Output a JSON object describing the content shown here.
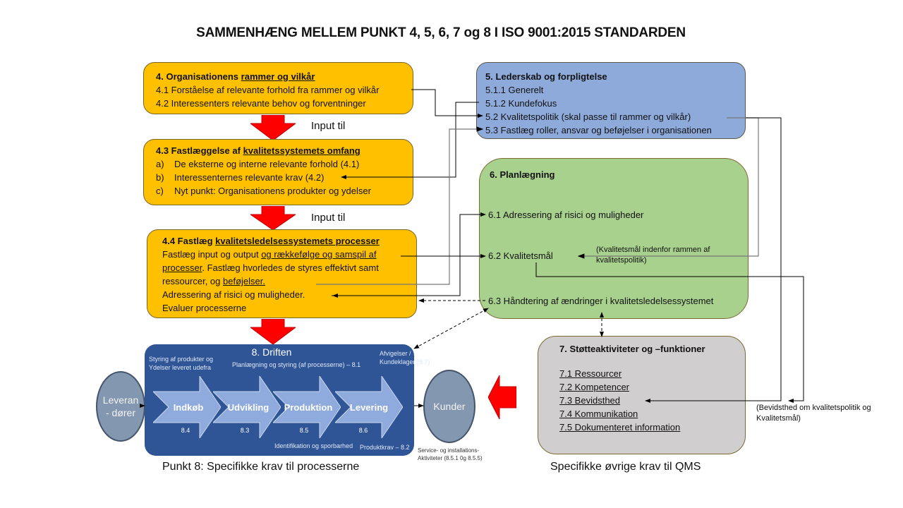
{
  "title": "SAMMENHÆNG MELLEM PUNKT 4, 5, 6, 7 og 8 I ISO 9001:2015 STANDARDEN",
  "box4": {
    "heading_prefix": "4. Organisationens ",
    "heading_underlined": "rammer og vilkår",
    "items": [
      "4.1 Forståelse af relevante forhold fra rammer og vilkår",
      "4.2 Interessenters relevante behov og forventninger"
    ]
  },
  "input_til_1": "Input til",
  "box43": {
    "heading_prefix": "4.3 Fastlæggelse af ",
    "heading_underlined": "kvalitetssystemets omfang",
    "items": [
      {
        "marker": "a)",
        "text": "De eksterne og interne relevante forhold (4.1)"
      },
      {
        "marker": "b)",
        "text": "Interessenternes relevante krav (4.2)"
      },
      {
        "marker": "c)",
        "text": "Nyt punkt: Organisationens produkter og ydelser"
      }
    ]
  },
  "input_til_2": "Input til",
  "box44": {
    "heading_prefix": "4.4 Fastlæg ",
    "heading_underlined": "kvalitetsledelsessystemets processer",
    "line1_plain": "Fastlæg input og output ",
    "line1_underlined": "og rækkefølge og samspil af",
    "line2_underlined": "processer",
    "line2_plain": ". Fastlæg hvorledes de styres effektivt samt",
    "line3_plain": "ressourcer, og ",
    "line3_underlined": "beføjelser.",
    "line4": "Adressering af risici og muligheder.",
    "line5": "Evaluer processerne"
  },
  "box5": {
    "heading": "5. Lederskab og forpligtelse",
    "items": [
      "5.1.1 Generelt",
      "5.1.2 Kundefokus",
      "5.2 Kvalitetspolitik (skal passe til rammer og vilkår)",
      "5.3 Fastlæg roller, ansvar og beføjelser i organisationen"
    ]
  },
  "box6": {
    "heading": "6. Planlægning",
    "item61": "6.1 Adressering af risici og muligheder",
    "item62": "6.2 Kvalitetsmål",
    "note62_line1": "(Kvalitetsmål indenfor rammen af",
    "note62_line2": "kvalitetspolitik)",
    "item63": "6.3 Håndtering af ændringer i kvalitetsledelsessystemet"
  },
  "box7": {
    "heading": "7. Støtteaktiviteter og –funktioner",
    "items": [
      "7.1 Ressourcer",
      "7.2 Kompetencer",
      "7.3 Bevidsthed",
      "7.4 Kommunikation",
      "7.5 Dokumenteret information"
    ]
  },
  "note73_line1": "(Bevidsthed om kvalitetspolitik og",
  "note73_line2": "Kvalitetsmål)",
  "operations": {
    "title": "8. Driften",
    "subtitle": "Planlægning og styring (af processerne) – 8.1",
    "top_left_line1": "Styring af produkter og",
    "top_left_line2": "Ydelser leveret udefra",
    "top_right_line1": "Afvigelser /",
    "top_right_line2": "Kundeklager (8.7)",
    "bottom_middle": "Identifikation og sporbarhed",
    "bottom_right": "Produktkrav – 8.2",
    "steps": [
      {
        "label": "Indkøb",
        "num": "8.4"
      },
      {
        "label": "Udvikling",
        "num": "8.3"
      },
      {
        "label": "Produktion",
        "num": "8.5"
      },
      {
        "label": "Levering",
        "num": "8.6"
      }
    ]
  },
  "suppliers_line1": "Leveran",
  "suppliers_line2": "- dører",
  "customers": "Kunder",
  "service_line1": "Service- og installations-",
  "service_line2": "Aktiviteter (8.5.1 0g 8.5.5)",
  "caption_left": "Punkt 8: Specifikke krav til processerne",
  "caption_right": "Specifikke øvrige krav til QMS",
  "colors": {
    "orange": "#ffc000",
    "blue": "#8eaadb",
    "green": "#a9d18e",
    "grey": "#d0cece",
    "operations": "#2f5597",
    "red_arrow": "#ff0000"
  }
}
